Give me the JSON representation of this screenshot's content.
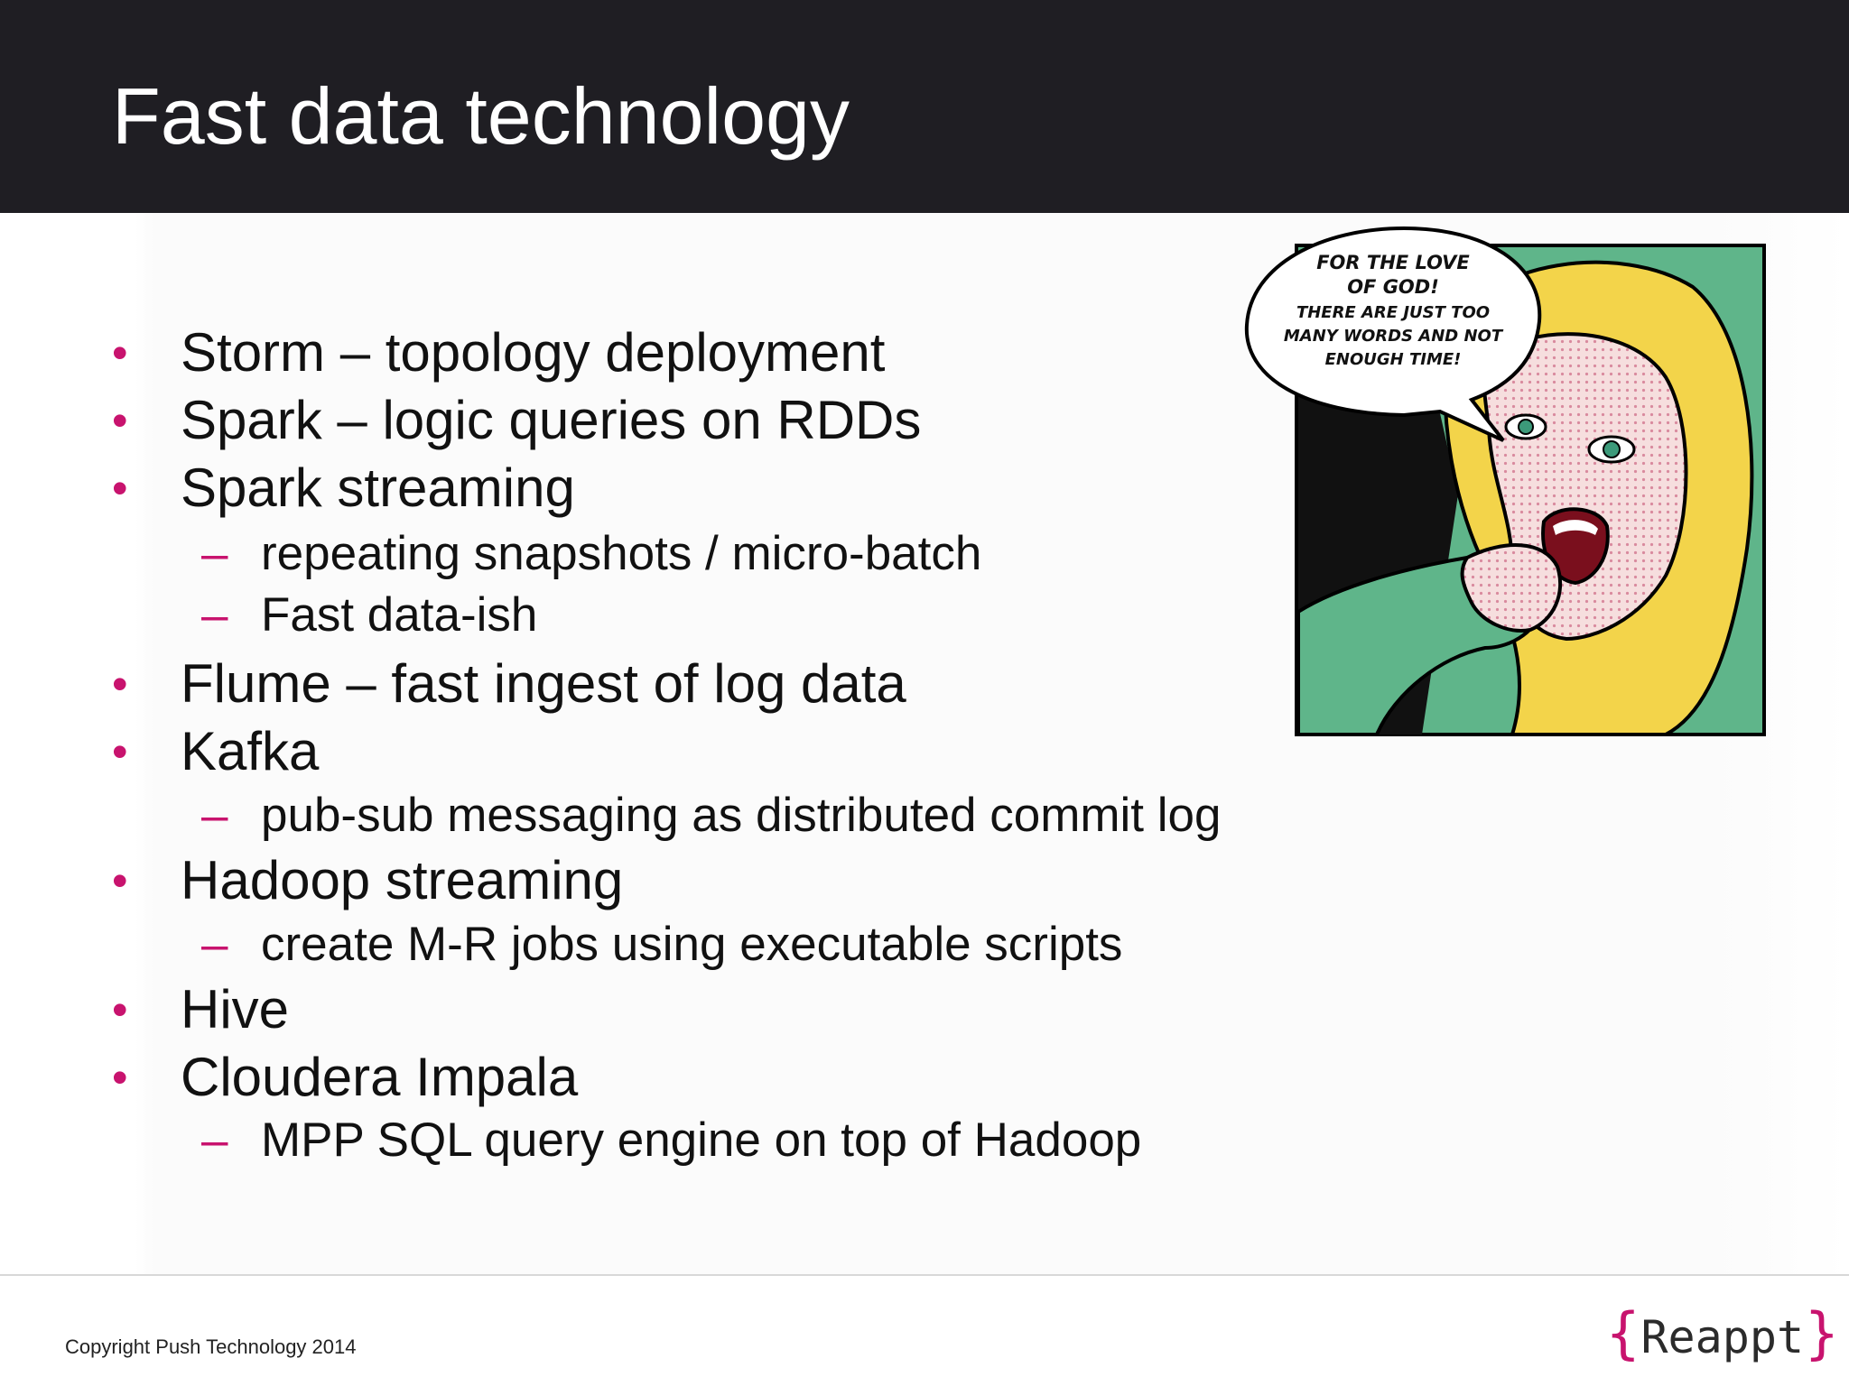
{
  "slide": {
    "title": "Fast data technology",
    "items": [
      {
        "level": 1,
        "text": "Storm – topology deployment"
      },
      {
        "level": 1,
        "text": "Spark – logic queries on RDDs"
      },
      {
        "level": 1,
        "text": "Spark streaming"
      },
      {
        "level": 2,
        "text": "repeating snapshots / micro-batch"
      },
      {
        "level": 2,
        "text": "Fast data-ish"
      },
      {
        "level": 1,
        "text": "Flume – fast ingest of log data"
      },
      {
        "level": 1,
        "text": "Kafka"
      },
      {
        "level": 2,
        "text": "pub-sub messaging as distributed commit log"
      },
      {
        "level": 1,
        "text": "Hadoop streaming"
      },
      {
        "level": 2,
        "text": "create M-R jobs using executable scripts"
      },
      {
        "level": 1,
        "text": "Hive"
      },
      {
        "level": 1,
        "text": "Cloudera Impala"
      },
      {
        "level": 2,
        "text": "MPP SQL query engine on top of Hadoop"
      }
    ],
    "bullet_glyph": "•",
    "sub_bullet_glyph": "–"
  },
  "comic": {
    "speech": [
      "FOR THE LOVE",
      "OF GOD!",
      "THERE ARE JUST TOO",
      "MANY WORDS AND NOT",
      "ENOUGH TIME!"
    ],
    "colors": {
      "hair": "#f3d44a",
      "background": "#5fb58a",
      "skin": "#f6dede",
      "outline": "#000000"
    }
  },
  "footer": {
    "copyright": "Copyright Push Technology 2014",
    "brand_open": "{",
    "brand_name": "Reappt",
    "brand_close": "}"
  },
  "colors": {
    "header_bg": "#1f1e23",
    "accent": "#c8136e",
    "text": "#111111"
  }
}
